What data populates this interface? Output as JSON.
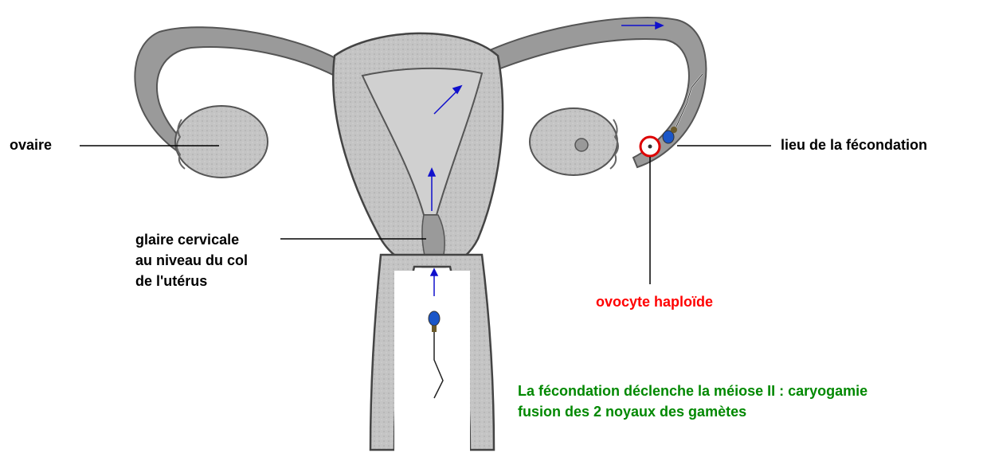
{
  "labels": {
    "ovaire": "ovaire",
    "lieu_fecondation": "lieu de la fécondation",
    "glaire_line1": "glaire cervicale",
    "glaire_line2": "au niveau du col",
    "glaire_line3": "de l'utérus",
    "ovocyte": "ovocyte haploïde",
    "note_line1": "La fécondation déclenche la méiose II : caryogamie",
    "note_line2": "fusion des 2 noyaux des gamètes"
  },
  "colors": {
    "black_text": "#000000",
    "ovocyte_text": "#ff0000",
    "note_text": "#008800",
    "arrow": "#1010cc",
    "sperm_head": "#1a56c8",
    "tissue": "#b8b8b8",
    "tissue_dark": "#8a8a8a",
    "cavity": "#d4d4d4"
  }
}
